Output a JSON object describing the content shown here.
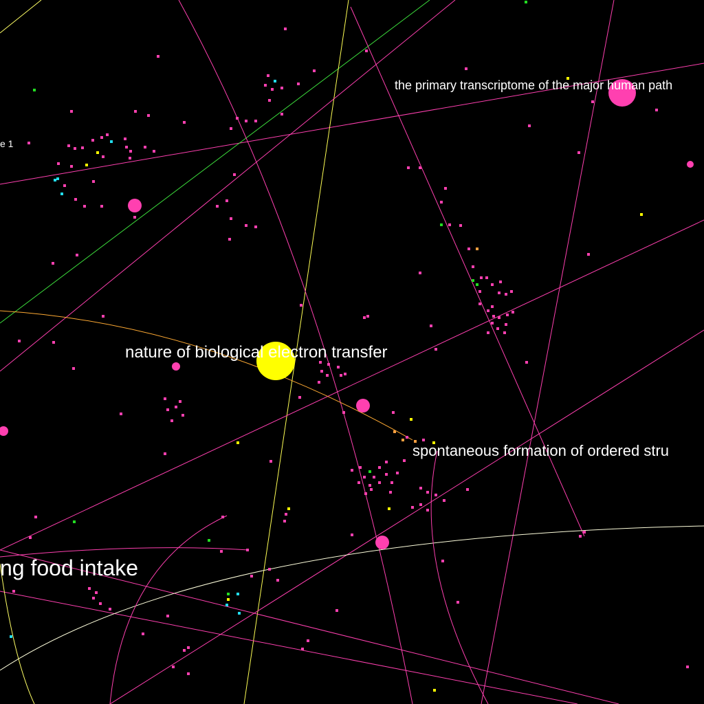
{
  "colors": {
    "background": "#000000",
    "pink": "#ff40b0",
    "yellow": "#ffff00",
    "green": "#22dd22",
    "cyan": "#22ddee",
    "orange": "#ffa040",
    "white_curve": "#ffffdd"
  },
  "labels": {
    "transcriptome": "the primary transcriptome of the major human path",
    "edge_left": "e 1",
    "electron": "nature of biological electron transfer",
    "ordered": "spontaneous formation of ordered stru",
    "food": "ng food intake"
  }
}
